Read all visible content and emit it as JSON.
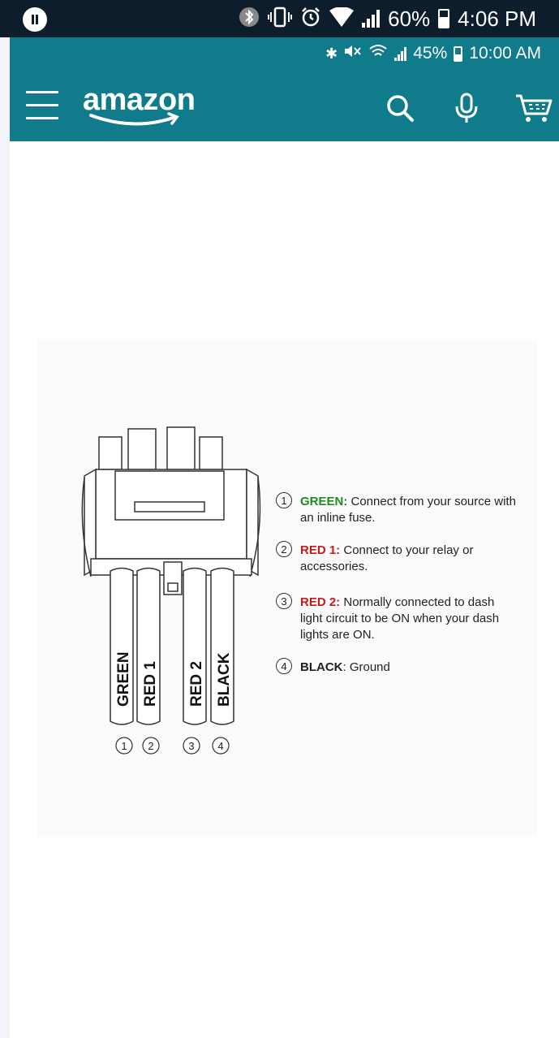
{
  "outer_status": {
    "battery": "60%",
    "time": "4:06 PM",
    "icons": [
      "pause-icon",
      "bluetooth-icon",
      "vibrate-icon",
      "alarm-icon",
      "wifi-icon",
      "signal-icon",
      "battery-icon"
    ]
  },
  "inner_status": {
    "battery": "45%",
    "time": "10:00 AM",
    "icons": [
      "bluetooth-icon",
      "mute-icon",
      "wifi-icon",
      "signal-icon",
      "battery-icon"
    ]
  },
  "header": {
    "logo_text": "amazon",
    "icons": [
      "menu-icon",
      "search-icon",
      "microphone-icon",
      "cart-icon"
    ],
    "brand_color": "#0f7b8b"
  },
  "diagram": {
    "wire_labels": [
      "GREEN",
      "RED 1",
      "RED 2",
      "BLACK"
    ],
    "wire_numbers": [
      "1",
      "2",
      "3",
      "4"
    ],
    "legend": [
      {
        "num": "1",
        "key": "GREEN:",
        "text": " Connect from your source with an inline fuse.",
        "color": "#1f8a23"
      },
      {
        "num": "2",
        "key": "RED 1:",
        "text": " Connect to your relay or accessories.",
        "color": "#c41c1c"
      },
      {
        "num": "3",
        "key": "RED 2:",
        "text": " Normally connected to dash light circuit to be ON when your dash lights are ON.",
        "color": "#c41c1c"
      },
      {
        "num": "4",
        "key": "BLACK",
        "text": ": Ground",
        "color": "#222222"
      }
    ]
  }
}
